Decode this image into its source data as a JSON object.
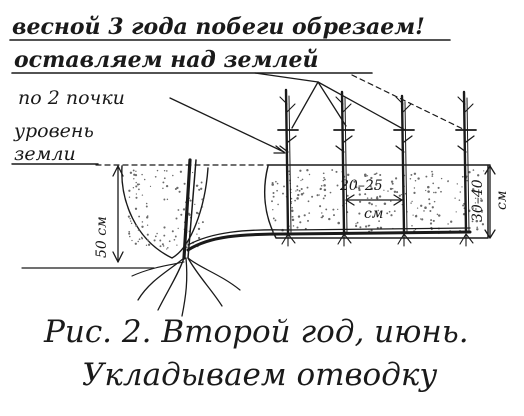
{
  "notes": {
    "line1": "весной 3 года побеги обрезаем!",
    "line2": "оставляем над землей",
    "line3": "по 2 почки",
    "line4a": "уровень",
    "line4b": "земли"
  },
  "dimensions": {
    "depth_left": "50 см",
    "spacing_value": "20–25",
    "spacing_unit": "см",
    "depth_right_value": "30–40",
    "depth_right_unit": "см"
  },
  "caption": {
    "line1": "Рис. 2. Второй год, июнь.",
    "line2": "Укладываем отводку"
  },
  "colors": {
    "ink": "#1a1a1a",
    "soil_dots": "#6b6b6b",
    "paper": "#ffffff"
  }
}
